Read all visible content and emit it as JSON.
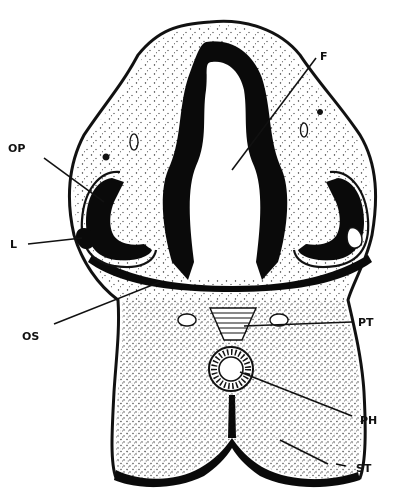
{
  "labels": {
    "F": "F",
    "OP": "OP",
    "L": "L",
    "OS": "OS",
    "PT": "PT",
    "PH": "PH",
    "ST": "ST"
  }
}
